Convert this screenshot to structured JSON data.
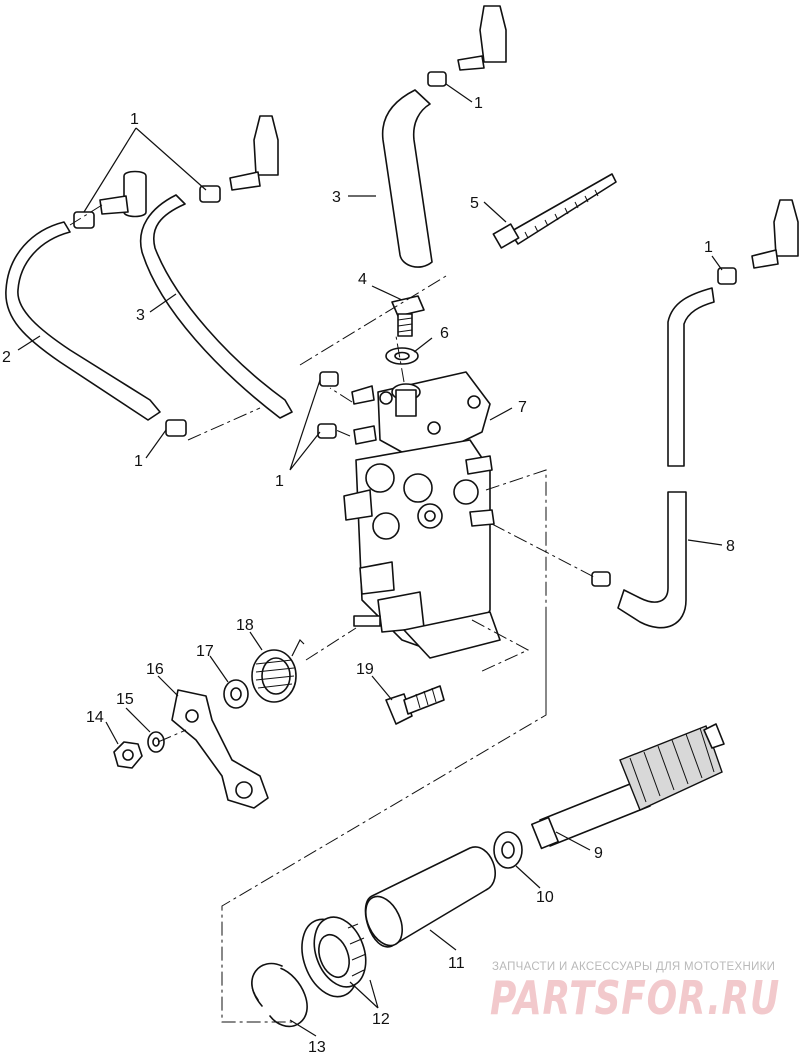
{
  "diagram": {
    "callouts": [
      {
        "id": "c1a",
        "text": "1"
      },
      {
        "id": "c1b",
        "text": "1"
      },
      {
        "id": "c1c",
        "text": "1"
      },
      {
        "id": "c1d",
        "text": "1"
      },
      {
        "id": "c1e",
        "text": "1"
      },
      {
        "id": "c2",
        "text": "2"
      },
      {
        "id": "c3a",
        "text": "3"
      },
      {
        "id": "c3b",
        "text": "3"
      },
      {
        "id": "c4",
        "text": "4"
      },
      {
        "id": "c5",
        "text": "5"
      },
      {
        "id": "c6",
        "text": "6"
      },
      {
        "id": "c7",
        "text": "7"
      },
      {
        "id": "c8",
        "text": "8"
      },
      {
        "id": "c9",
        "text": "9"
      },
      {
        "id": "c10",
        "text": "10"
      },
      {
        "id": "c11",
        "text": "11"
      },
      {
        "id": "c12",
        "text": "12"
      },
      {
        "id": "c13",
        "text": "13"
      },
      {
        "id": "c14",
        "text": "14"
      },
      {
        "id": "c15",
        "text": "15"
      },
      {
        "id": "c16",
        "text": "16"
      },
      {
        "id": "c17",
        "text": "17"
      },
      {
        "id": "c18",
        "text": "18"
      },
      {
        "id": "c19",
        "text": "19"
      }
    ]
  },
  "watermark": {
    "tagline": "ЗАПЧАСТИ И АКСЕССУАРЫ ДЛЯ МОТОТЕХНИКИ",
    "brand": "PARTSFOR.RU"
  }
}
